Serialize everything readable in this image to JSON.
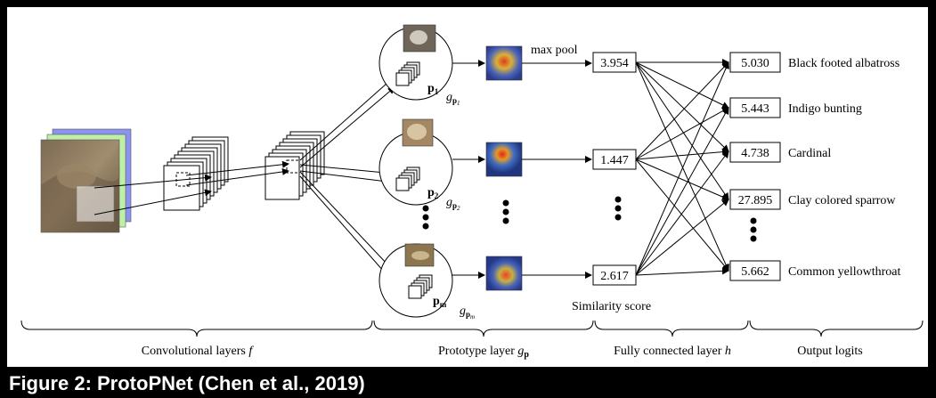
{
  "figure": {
    "caption": "Figure 2: ProtoPNet (Chen et al., 2019)",
    "labels": {
      "max_pool": "max pool",
      "similarity": "Similarity score"
    },
    "prototypes": [
      {
        "p": "p",
        "p_sub": "1",
        "g": "g",
        "g_sub": "p",
        "g_subsub": "1"
      },
      {
        "p": "p",
        "p_sub": "2",
        "g": "g",
        "g_sub": "p",
        "g_subsub": "2"
      },
      {
        "p": "p",
        "p_sub": "m",
        "g": "g",
        "g_sub": "p",
        "g_subsub": "m"
      }
    ],
    "scores": [
      "3.954",
      "1.447",
      "2.617"
    ],
    "logits": [
      {
        "value": "5.030",
        "class": "Black footed albatross"
      },
      {
        "value": "5.443",
        "class": "Indigo bunting"
      },
      {
        "value": "4.738",
        "class": "Cardinal"
      },
      {
        "value": "27.895",
        "class": "Clay colored sparrow"
      },
      {
        "value": "5.662",
        "class": "Common yellowthroat"
      }
    ],
    "sections": {
      "conv": {
        "text": "Convolutional layers ",
        "sym": "f"
      },
      "proto": {
        "text": "Prototype layer ",
        "sym": "g",
        "sub": "p"
      },
      "fc": {
        "text": "Fully connected layer ",
        "sym": "h"
      },
      "out": {
        "text": "Output logits"
      }
    }
  }
}
